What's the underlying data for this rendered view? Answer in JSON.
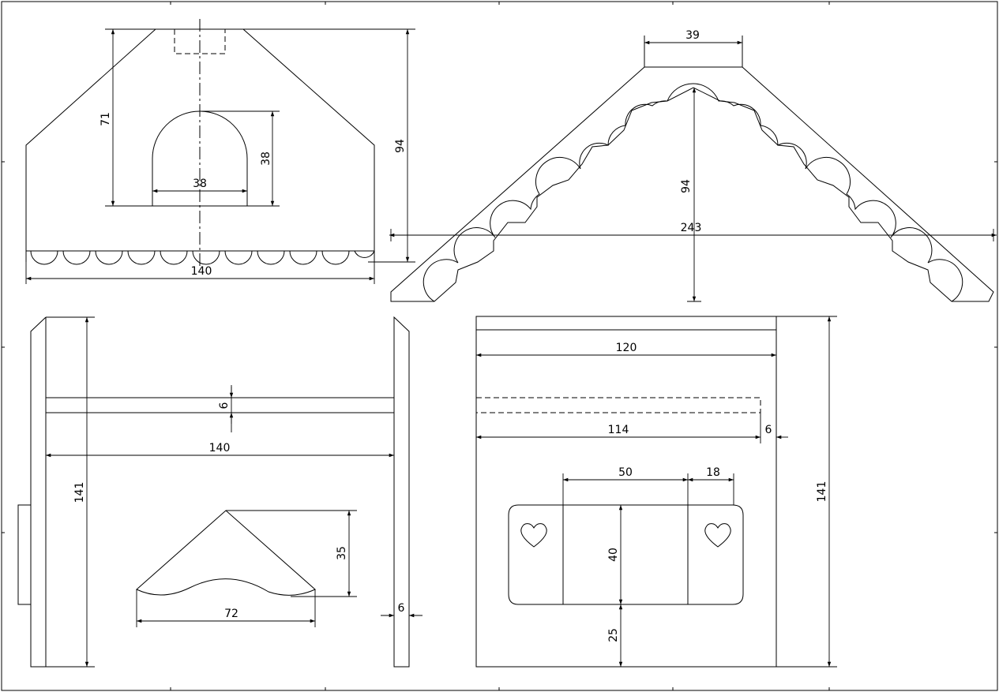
{
  "drawing": {
    "dimensions": {
      "front_height": "71",
      "door_height": "38",
      "door_width": "38",
      "front_total_height": "94",
      "front_width": "140",
      "roof_top_width": "39",
      "roof_height": "94",
      "roof_span": "243",
      "side_shelf_thickness": "6",
      "side_width": "140",
      "side_height": "141",
      "bracket_height": "35",
      "bracket_width": "72",
      "side_wall_thickness": "6",
      "top_length": "120",
      "slot_length": "114",
      "slot_offset": "6",
      "back_height": "141",
      "plaque_center_width": "50",
      "plaque_end_width": "18",
      "plaque_height": "40",
      "plaque_bottom_offset": "25"
    },
    "colors": {
      "line": "#000000",
      "paper": "#ffffff"
    }
  }
}
